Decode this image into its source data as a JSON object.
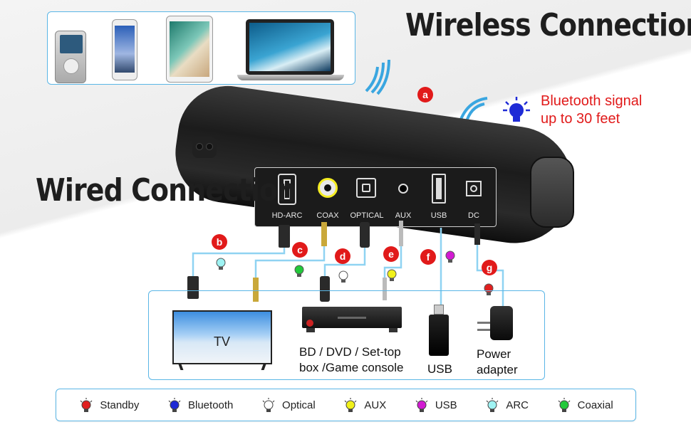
{
  "titles": {
    "wireless": "Wireless Connection",
    "wired": "Wired Connection"
  },
  "bluetooth_info": {
    "line1": "Bluetooth signal",
    "line2": "up to 30 feet",
    "icon": "blue-bulb-icon"
  },
  "wireless_devices": [
    "music-player-icon",
    "phone-icon",
    "tablet-icon",
    "laptop-icon"
  ],
  "ports": [
    {
      "label": "HD-ARC",
      "badge": "b",
      "icon": "hdmi-port-icon"
    },
    {
      "label": "COAX",
      "badge": "c",
      "icon": "coax-port-icon"
    },
    {
      "label": "OPTICAL",
      "badge": "d",
      "icon": "optical-port-icon"
    },
    {
      "label": "AUX",
      "badge": "e",
      "icon": "aux-port-icon"
    },
    {
      "label": "USB",
      "badge": "f",
      "icon": "usb-port-icon"
    },
    {
      "label": "DC",
      "badge": "g",
      "icon": "dc-port-icon"
    }
  ],
  "badge_a": "a",
  "devices": {
    "tv": "TV",
    "player_line1": "BD / DVD / Set-top",
    "player_line2": "box /Game console",
    "usb": "USB",
    "power_line1": "Power",
    "power_line2": "adapter"
  },
  "legend": [
    {
      "label": "Standby",
      "color": "#e02020"
    },
    {
      "label": "Bluetooth",
      "color": "#1f2bd6"
    },
    {
      "label": "Optical",
      "color": "#ffffff"
    },
    {
      "label": "AUX",
      "color": "#f1f11a"
    },
    {
      "label": "USB",
      "color": "#d21ad2"
    },
    {
      "label": "ARC",
      "color": "#9ff3f3"
    },
    {
      "label": "Coaxial",
      "color": "#22c93a"
    }
  ]
}
